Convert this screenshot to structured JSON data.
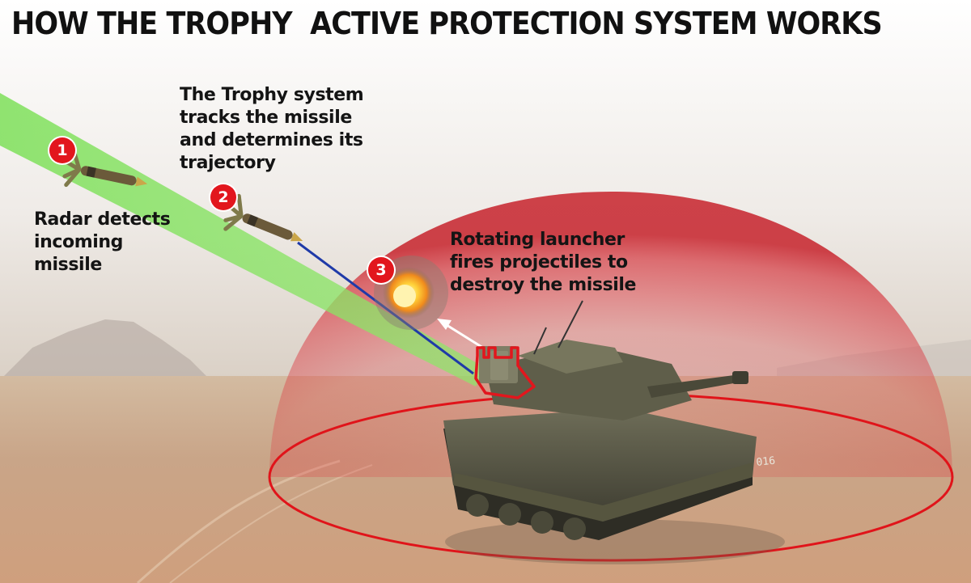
{
  "title": "HOW THE TROPHY  ACTIVE PROTECTION SYSTEM WORKS",
  "steps": [
    {
      "number": "1",
      "lines": [
        "Radar detects",
        "incoming",
        "missile"
      ]
    },
    {
      "number": "2",
      "lines": [
        "The Trophy system",
        "tracks the missile",
        "and determines its",
        "trajectory"
      ]
    },
    {
      "number": "3",
      "lines": [
        "Rotating launcher",
        "fires projectiles to",
        "destroy the missile"
      ]
    }
  ],
  "tank": {
    "hull_number": "016"
  },
  "colors": {
    "radar_beam": "#7ee05a",
    "protection_dome": "#e0303a",
    "dome_ring": "#e0141a",
    "badge": "#e2161d",
    "tracking_line": "#1f3aa8"
  }
}
